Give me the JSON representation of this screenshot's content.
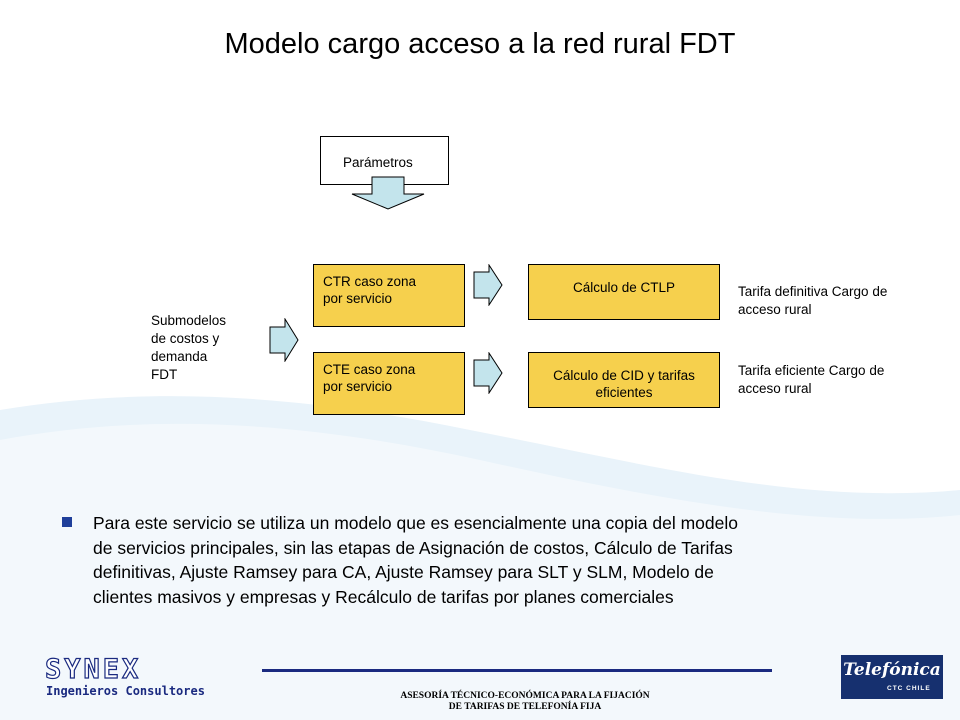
{
  "title": "Modelo cargo acceso a la red rural FDT",
  "diagram": {
    "parametros": "Parámetros",
    "submodelos": [
      "Submodelos",
      "de costos y",
      "demanda",
      "FDT"
    ],
    "ctr": [
      "CTR caso zona",
      "por servicio"
    ],
    "cte": [
      "CTE caso zona",
      "por servicio"
    ],
    "ctlp": "Cálculo de CTLP",
    "cid": [
      "Cálculo de CID y tarifas",
      "eficientes"
    ],
    "tarifa_definitiva": [
      "Tarifa definitiva Cargo de",
      "acceso rural"
    ],
    "tarifa_eficiente": [
      "Tarifa eficiente Cargo de",
      "acceso rural"
    ]
  },
  "bullet": [
    "Para este servicio se utiliza un modelo que es esencialmente una copia del modelo",
    "de servicios principales, sin las etapas de Asignación de costos, Cálculo de Tarifas",
    "definitivas, Ajuste Ramsey para CA, Ajuste Ramsey para SLT y SLM, Modelo de",
    "clientes masivos y empresas y Recálculo de tarifas por planes comerciales"
  ],
  "footer": {
    "synex_logo": "SYNEX",
    "synex_subtitle": "Ingenieros Consultores",
    "center_text": [
      "ASESORÍA TÉCNICO-ECONÓMICA PARA LA FIJACIÓN",
      "DE TARIFAS DE TELEFONÍA FIJA"
    ],
    "telefonica_logo": "Telefónica",
    "telefonica_sub": "CTC CHILE"
  },
  "colors": {
    "box_fill": "#f6d04d",
    "arrow_fill": "#c3e4ec",
    "bullet": "#1f3f9a",
    "footer_line": "#1a2a80",
    "swoosh": "#e3f0f8",
    "telefonica_bg": "#16306f"
  }
}
